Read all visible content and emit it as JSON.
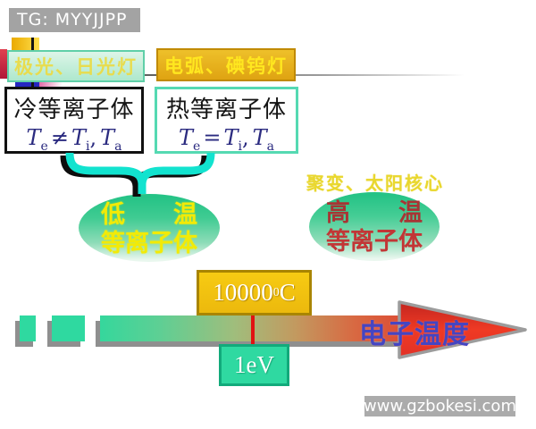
{
  "header": {
    "tg_label": "TG: MYYJJPP"
  },
  "source_labels": {
    "cold_examples": "极光、日光灯",
    "hot_examples": "电弧、碘钨灯",
    "high_temp_examples": "聚变、太阳核心"
  },
  "plasma_boxes": {
    "cold": {
      "title": "冷等离子体",
      "formula": {
        "var1": "T",
        "sub1": "e",
        "op": "≠",
        "var2": "T",
        "sub2": "i",
        "sep": ",",
        "var3": "T",
        "sub3": "a"
      }
    },
    "hot": {
      "title": "热等离子体",
      "formula": {
        "var1": "T",
        "sub1": "e",
        "op": "=",
        "var2": "T",
        "sub2": "i",
        "sep": ",",
        "var3": "T",
        "sub3": "a"
      }
    }
  },
  "ellipses": {
    "low_temp": {
      "line1": "低　　温",
      "line2": "等离子体"
    },
    "high_temp": {
      "line1": "高　　温",
      "line2": "等离子体"
    }
  },
  "temperature_axis": {
    "upper_tick": {
      "value": "10000",
      "sup": "0",
      "unit": "C"
    },
    "lower_tick": "1eV",
    "axis_label": "电子温度"
  },
  "footer": {
    "watermark": "www.gzbokesi.com"
  },
  "colors": {
    "accent_cyan": "#12e3cf",
    "ellipse_green": "#25c386",
    "cold_label_bg": "#b9ecd4",
    "hot_label_bg": "#e3ab1c",
    "yellow_text": "#f2ea07",
    "high_temp_text": "#c23636",
    "bar_green": "#35d79c",
    "arrow_red": "#ee2d1d",
    "tick_red": "#e11212",
    "gold_box": "#f2c411",
    "green_box": "#2fd9a1",
    "axis_label_blue": "#4545c2",
    "shadow_gray": "#8f8f8f"
  }
}
